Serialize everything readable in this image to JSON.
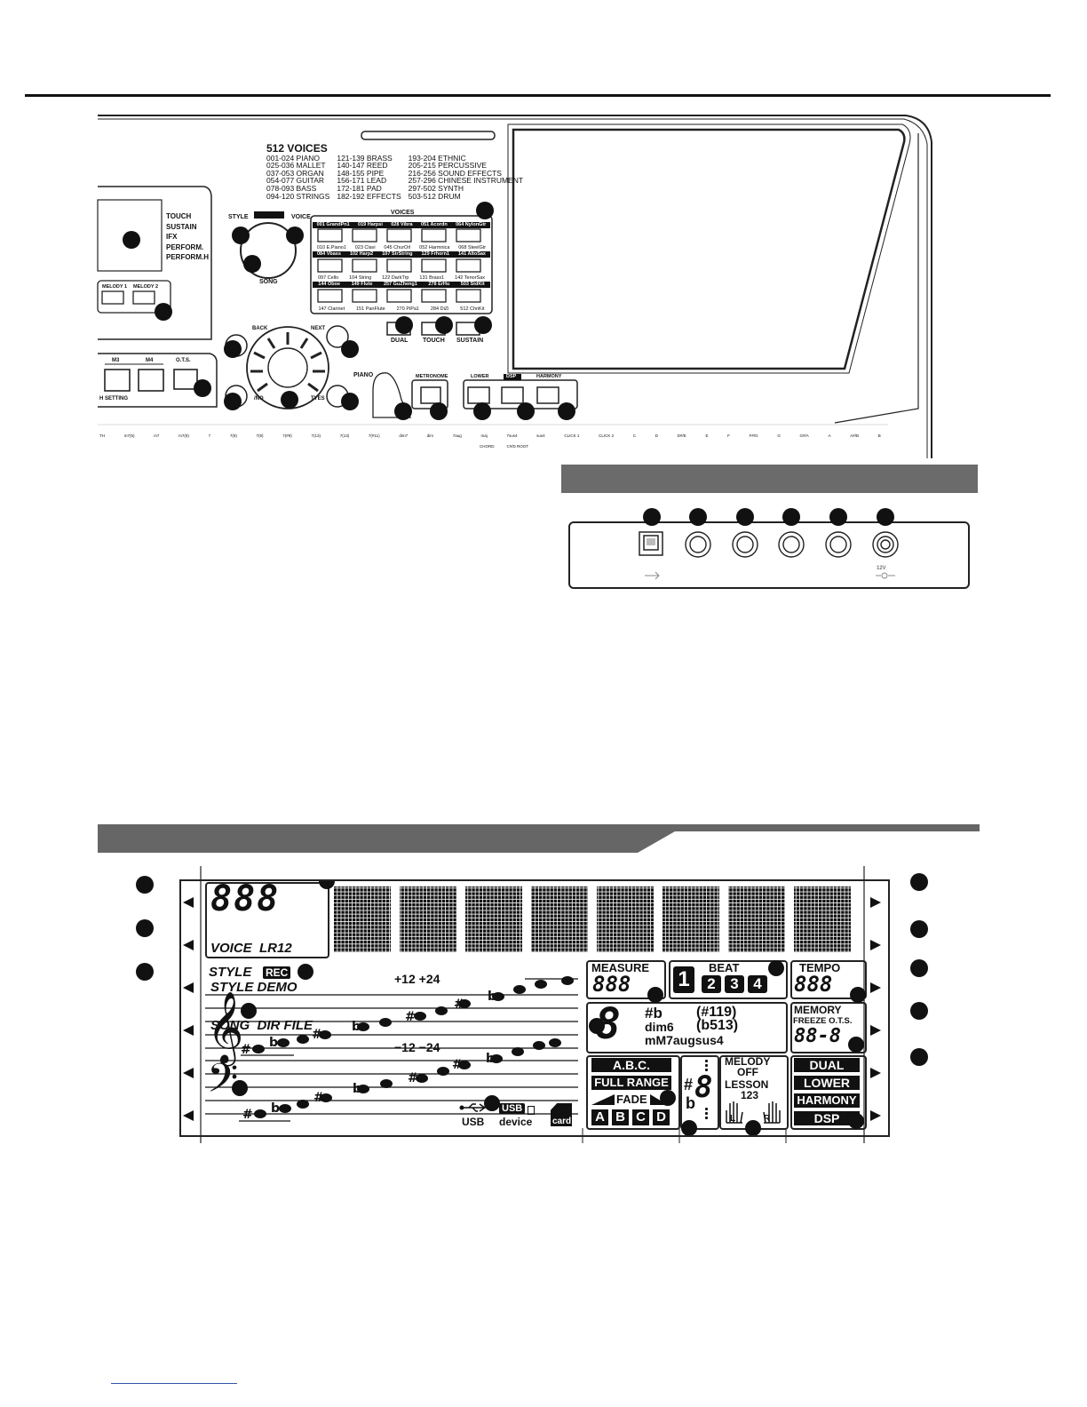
{
  "voice_panel": {
    "title": "512 VOICES",
    "col1": [
      "001-024  PIANO",
      "025-036  MALLET",
      "037-053  ORGAN",
      "054-077  GUITAR",
      "078-093  BASS",
      "094-120  STRINGS"
    ],
    "col2": [
      "121-139  BRASS",
      "140-147  REED",
      "148-155  PIPE",
      "156-171  LEAD",
      "172-181  PAD",
      "182-192  EFFECTS"
    ],
    "col3": [
      "193-204  ETHNIC",
      "205-215  PERCUSSIVE",
      "216-256  SOUND EFFECTS",
      "257-296  CHINESE INSTRUMENT",
      "297-502  SYNTH",
      "503-512  DRUM"
    ],
    "voices_header": "VOICES",
    "row1_top": [
      "001 GrandPn1",
      "019 Harpsi",
      "028 Vibra",
      "051 Acordn",
      "064 NylonGtr"
    ],
    "row1_bot": [
      "010 E.Piano1",
      "023 Clavi",
      "045 ChurOrl",
      "052 Harmnica",
      "068 SteelGtr"
    ],
    "row2_top": [
      "084 Vbass",
      "102 Harp2",
      "107 StrString",
      "129 Frhorn1",
      "141 AltoSax"
    ],
    "row2_bot": [
      "097 Cello",
      "104 String",
      "122 DarkTrp",
      "131 Brass1",
      "142 TenorSax"
    ],
    "row3_top": [
      "144 Oboe",
      "149 Flute",
      "257 GuZheng1",
      "278 ErHu",
      "503 StdKit"
    ],
    "row3_bot": [
      "147 Clarinet",
      "151 PanFlute",
      "270 PiPa1",
      "284 DiZi",
      "512 ChnKit"
    ],
    "bottom_labels": [
      "DUAL",
      "TOUCH",
      "SUSTAIN"
    ]
  },
  "left_menu": [
    "TOUCH",
    "SUSTAIN",
    "IFX",
    "PERFORM.",
    "PERFORM.H"
  ],
  "labels": {
    "style": "STYLE",
    "voice": "VOICE",
    "demo": "DEMO",
    "song": "SONG",
    "melody1": "MELODY 1",
    "melody2": "MELODY 2",
    "back": "BACK",
    "next": "NEXT",
    "m3": "M3",
    "m4": "M4",
    "ots": "O.T.S.",
    "setting": "H SETTING",
    "piano": "PIANO",
    "metronome": "METRONOME",
    "lower": "LOWER",
    "dsp": "DSP",
    "harmony": "HARMONY",
    "ino": "/NO",
    "types": "TYES"
  },
  "chord_labels": [
    "TH",
    "m7(5)",
    "m7",
    "m7(9)",
    "7",
    "7(9)",
    "7(9)",
    "7(#9)",
    "7(13)",
    "7(13)",
    "7(#11)",
    "dim7",
    "dim",
    "7aug",
    "maj",
    "7sus4",
    "sus4",
    "C",
    "CHORD",
    "D",
    "D#/E",
    "E",
    "F",
    "F#/G",
    "G",
    "G#/A",
    "A",
    "A#/B",
    "B"
  ],
  "chord_special": [
    "CLICK 1",
    "CLICK 2",
    "C#/D ROOT"
  ],
  "rear": {
    "voltage": "12V"
  },
  "lcd": {
    "digits": "888",
    "word_row1": "VOICE  LR12",
    "word_row2": "STYLE DEMO",
    "word_row3": "SONG  DIR FILE",
    "style": "STYLE",
    "rec": "REC",
    "plus": "+12 +24",
    "minus": "−12 −24",
    "usb": "USB",
    "usb_badge": "USB",
    "device": "device",
    "card": "card",
    "measure": "MEASURE",
    "measure_digits": "888",
    "beat": "BEAT",
    "beats": [
      "1",
      "2",
      "3",
      "4"
    ],
    "tempo": "TEMPO",
    "tempo_digits": "888",
    "chord_digit": "8",
    "chord_sharp_flat": "#b",
    "chord_paren1": "(#119)",
    "chord_paren2": "(b513)",
    "chord_line2": "dim6",
    "chord_line3": "mM7augsus4",
    "memory": "MEMORY",
    "freeze": "FREEZE O.T.S.",
    "memory_digits": "88-8",
    "abc": "A.B.C.",
    "full_range": "FULL RANGE",
    "fade": "FADE",
    "sections": [
      "A",
      "B",
      "C",
      "D"
    ],
    "transpose_sharp": "#",
    "transpose_flat": "b",
    "transpose_digit": "8",
    "melody": "MELODY",
    "off": "OFF",
    "lesson": "LESSON",
    "lesson_nums": "123",
    "hand_l": "L",
    "hand_r": "R",
    "mode_tags": [
      "DUAL",
      "LOWER",
      "HARMONY",
      "DSP"
    ]
  }
}
